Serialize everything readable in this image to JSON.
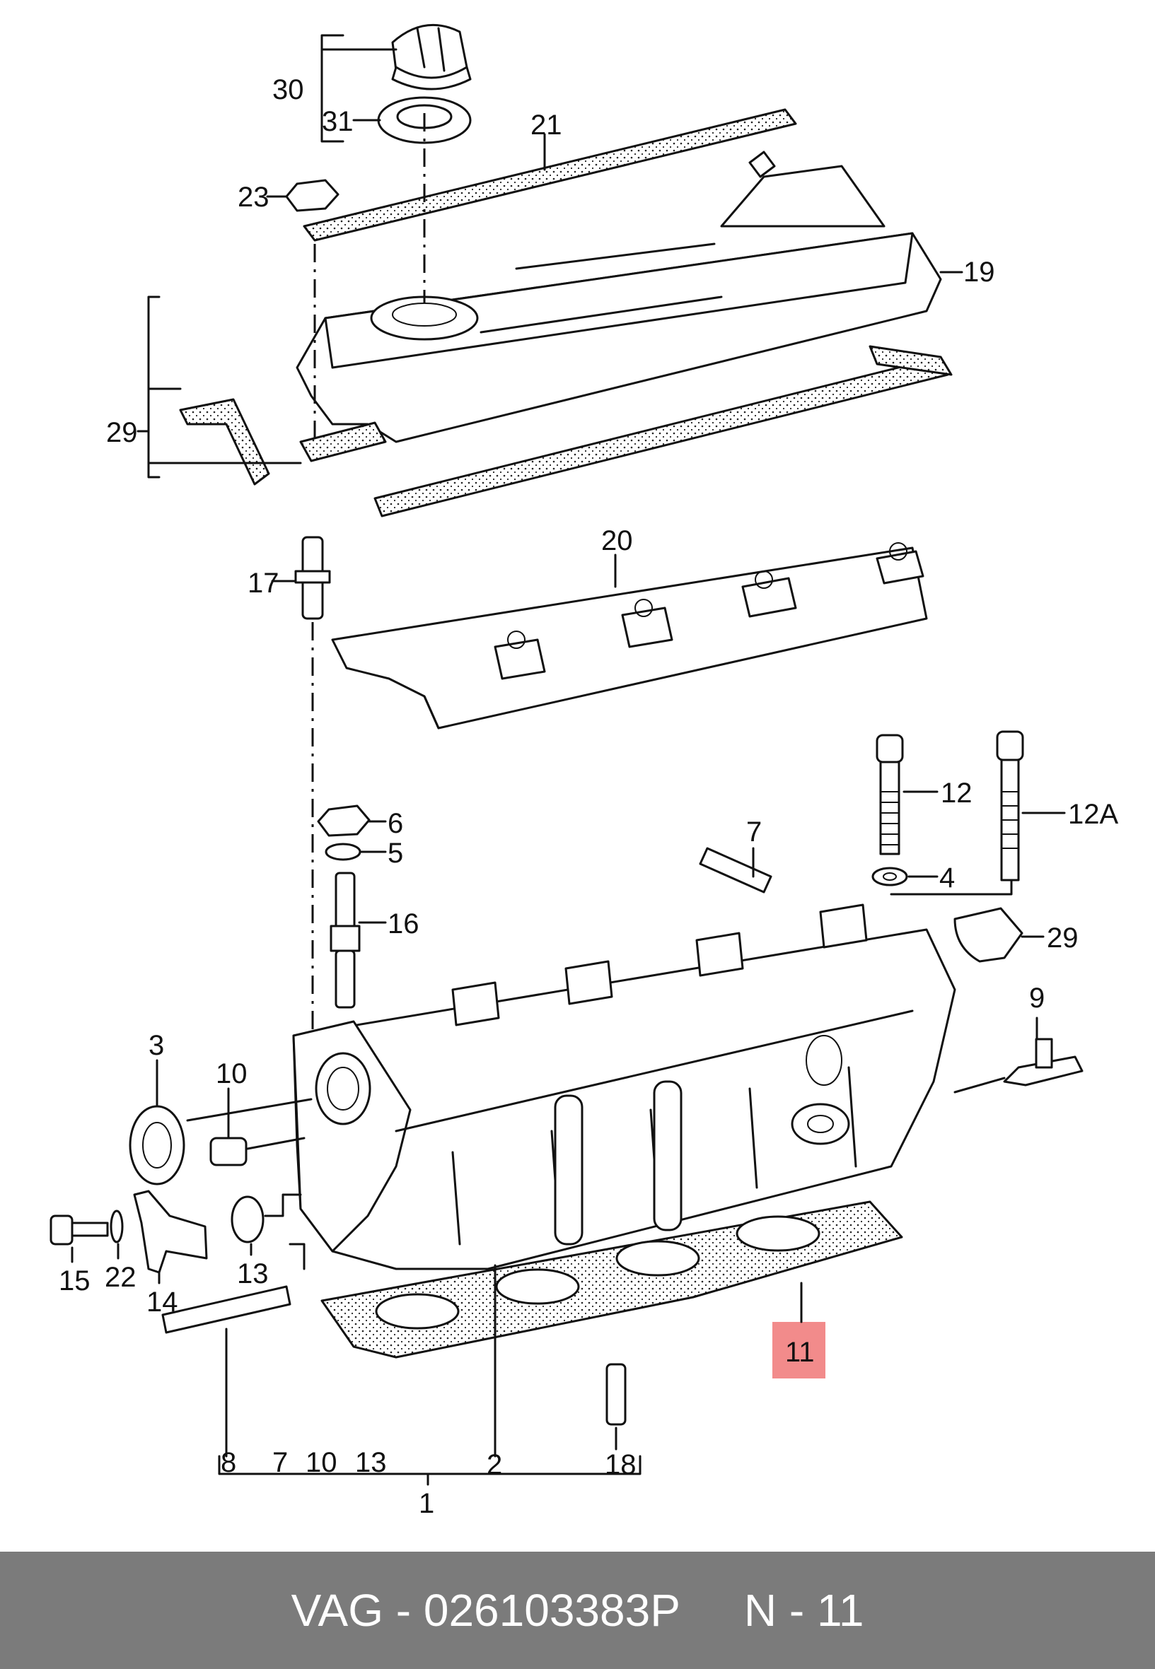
{
  "labels": {
    "p30": "30",
    "p31": "31",
    "p21": "21",
    "p23": "23",
    "p19": "19",
    "p29_top": "29",
    "p20": "20",
    "p17": "17",
    "p12": "12",
    "p12a": "12A",
    "p7": "7",
    "p6": "6",
    "p5": "5",
    "p16": "16",
    "p4": "4",
    "p29_side": "29",
    "p9": "9",
    "p3": "3",
    "p10": "10",
    "p13": "13",
    "p15": "15",
    "p22": "22",
    "p14": "14",
    "p11": "11",
    "p18": "18",
    "p2": "2",
    "p1": "1",
    "bracket_8": "8",
    "bracket_7": "7",
    "bracket_10": "10",
    "bracket_13": "13",
    "bracket_2": "2",
    "bracket_18": "18"
  },
  "highlight": {
    "part": "11",
    "color": "#f28b8b"
  },
  "footer": {
    "brand_part": "VAG - 026103383P",
    "ref": "N - 11"
  }
}
